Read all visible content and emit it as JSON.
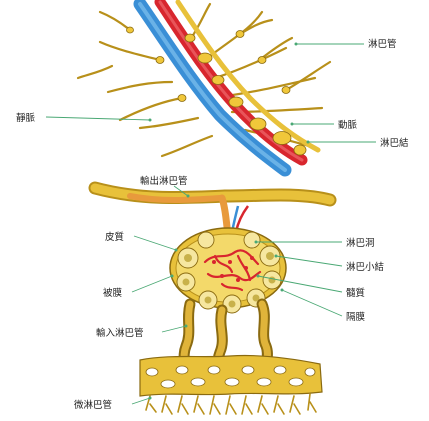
{
  "labels": {
    "lymph_vessel": "淋巴管",
    "vein": "靜脈",
    "artery": "動脈",
    "lymph_node": "淋巴結",
    "efferent_vessel": "輸出淋巴管",
    "cortex": "皮質",
    "capsule": "被膜",
    "afferent_vessel": "輸入淋巴管",
    "capillary": "微淋巴管",
    "sinus": "淋巴洞",
    "nodule": "淋巴小結",
    "medulla": "髓質",
    "membrane": "隔膜"
  },
  "colors": {
    "lymph": "#e8c13a",
    "lymph_dark": "#8a6a10",
    "vein": "#3a8fd6",
    "artery": "#d8262e",
    "efferent": "#e89a3c",
    "leader": "#4aa874"
  }
}
